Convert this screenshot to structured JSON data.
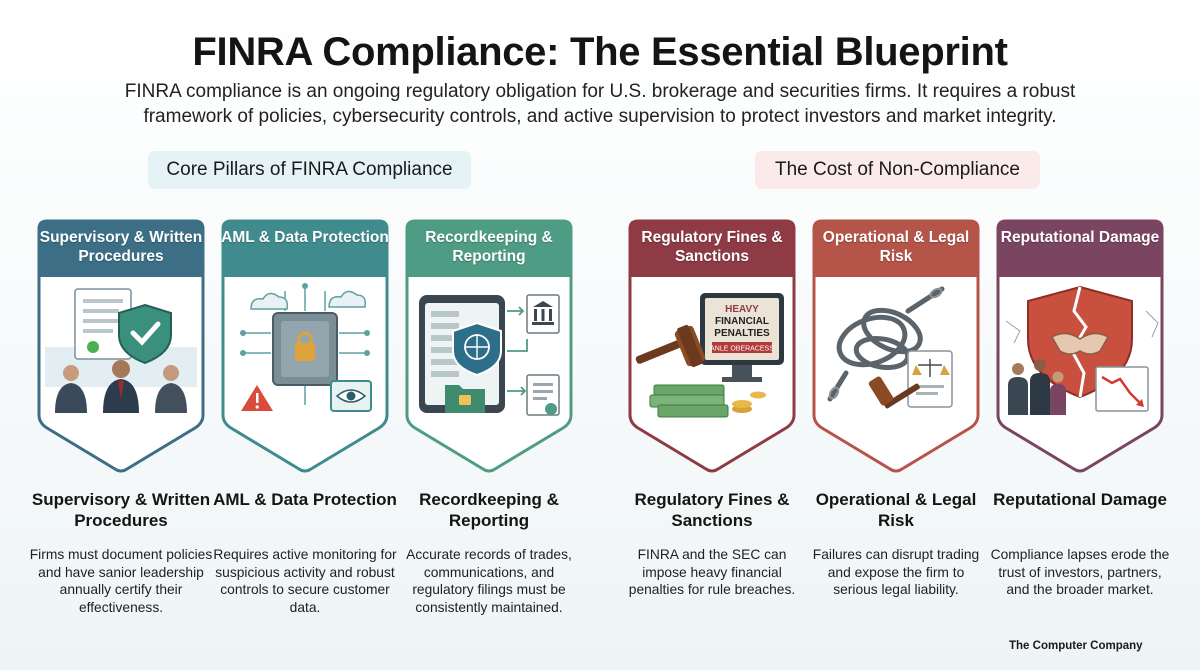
{
  "header": {
    "title": "FINRA Compliance: The Essential Blueprint",
    "subtitle": "FINRA compliance is an ongoing regulatory obligation for U.S. brokerage and securities firms. It requires a robust framework of policies, cybersecurity controls, and active supervision to protect investors and market integrity."
  },
  "sections": {
    "left_label": "Core Pillars of FINRA Compliance",
    "right_label": "The Cost of Non-Compliance"
  },
  "cards": [
    {
      "title": "Supervisory & Written Procedures",
      "heading": "Supervisory & Written Procedures",
      "body": "Firms must document policies and have sanior leadership annually certify their effectiveness.",
      "color": "#3c6f86"
    },
    {
      "title": "AML & Data Protection",
      "heading": "AML & Data Protection",
      "body": "Requires active monitoring for suspicious activity and robust controls to secure customer data.",
      "color": "#3f8b8e"
    },
    {
      "title": "Recordkeeping & Reporting",
      "heading": "Recordkeeping & Reporting",
      "body": "Accurate records of trades, communications, and regulatory filings must be consistently maintained.",
      "color": "#4f9c85"
    },
    {
      "title": "Regulatory Fines & Sanctions",
      "heading": "Regulatory Fines & Sanctions",
      "body": "FINRA and the SEC can impose heavy financial penalties for rule breaches.",
      "color": "#8e3b45"
    },
    {
      "title": "Operational & Legal Risk",
      "heading": "Operational & Legal Risk",
      "body": "Failures can disrupt trading and expose the firm to serious legal liability.",
      "color": "#b55448"
    },
    {
      "title": "Reputational Damage",
      "heading": "Reputational Damage",
      "body": "Compliance lapses erode the trust of investors, partners, and the broader market.",
      "color": "#7a4560"
    }
  ],
  "illustration_text": {
    "monitor_line1": "HEAVY",
    "monitor_line2": "FINANCIAL",
    "monitor_line3": "PENALTIES",
    "monitor_banner": "ANLE OBERACESS"
  },
  "footer": {
    "brand": "The Computer Company"
  }
}
